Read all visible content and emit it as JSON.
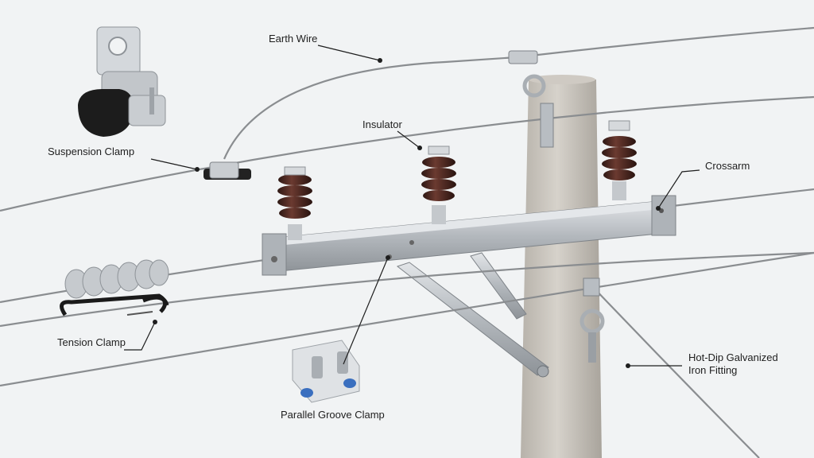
{
  "labels": {
    "earth_wire": "Earth Wire",
    "insulator": "Insulator",
    "suspension_clamp": "Suspension Clamp",
    "crossarm": "Crossarm",
    "tension_clamp": "Tension Clamp",
    "hot_dip_line1": "Hot-Dip Galvanized",
    "hot_dip_line2": "Iron Fitting",
    "parallel_groove_clamp": "Parallel Groove Clamp"
  },
  "colors": {
    "background": "#f1f3f4",
    "wire": "#8a8d90",
    "pole": "#c9c5be",
    "steel": "#b9bec3",
    "insulator": "#4a2a24",
    "leader": "#1e1e1e"
  }
}
